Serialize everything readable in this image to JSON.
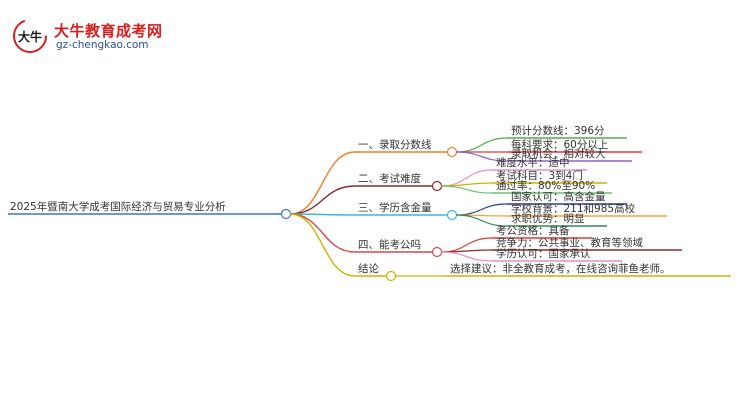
{
  "brand": {
    "name": "大牛教育成考网",
    "url": "gz-chengkao.com",
    "mark_text": "大牛"
  },
  "mindmap": {
    "root": "2025年暨南大学成考国际经济与贸易专业分析",
    "branches": [
      {
        "label": "一、录取分数线",
        "color": "#f47c2a",
        "children": [
          {
            "text": "预计分数线：396分",
            "color": "#4caf50"
          },
          {
            "text": "每科要求：60分以上",
            "color": "#e53935"
          },
          {
            "text": "录取机会：相对较大",
            "color": "#8e63c9"
          }
        ]
      },
      {
        "label": "二、考试难度",
        "color": "#8b2a2a",
        "children": [
          {
            "text": "难度水平：适中",
            "color": "#e88fc0"
          },
          {
            "text": "考试科目：3到4门",
            "color": "#c8b400"
          },
          {
            "text": "通过率：80%至90%",
            "color": "#6fc16f"
          }
        ]
      },
      {
        "label": "三、学历含金量",
        "color": "#3bb8d6",
        "children": [
          {
            "text": "国家认可：高含金量",
            "color": "#2c3e94"
          },
          {
            "text": "学校背景：211和985高校",
            "color": "#f4a340"
          },
          {
            "text": "求职优势：明显",
            "color": "#2e8b57"
          }
        ]
      },
      {
        "label": "四、能考公吗",
        "color": "#d44a4a",
        "children": [
          {
            "text": "考公资格：具备",
            "color": "#e53935"
          },
          {
            "text": "竞争力：公共事业、教育等领域",
            "color": "#8b2a2a"
          },
          {
            "text": "学历认可：国家承认",
            "color": "#e88fc0"
          }
        ]
      },
      {
        "label": "结论",
        "color": "#c8b400",
        "children": [
          {
            "text": "选择建议：非全教育成考，在线咨询菲鱼老师。",
            "color": "#c8b400"
          }
        ]
      }
    ]
  }
}
